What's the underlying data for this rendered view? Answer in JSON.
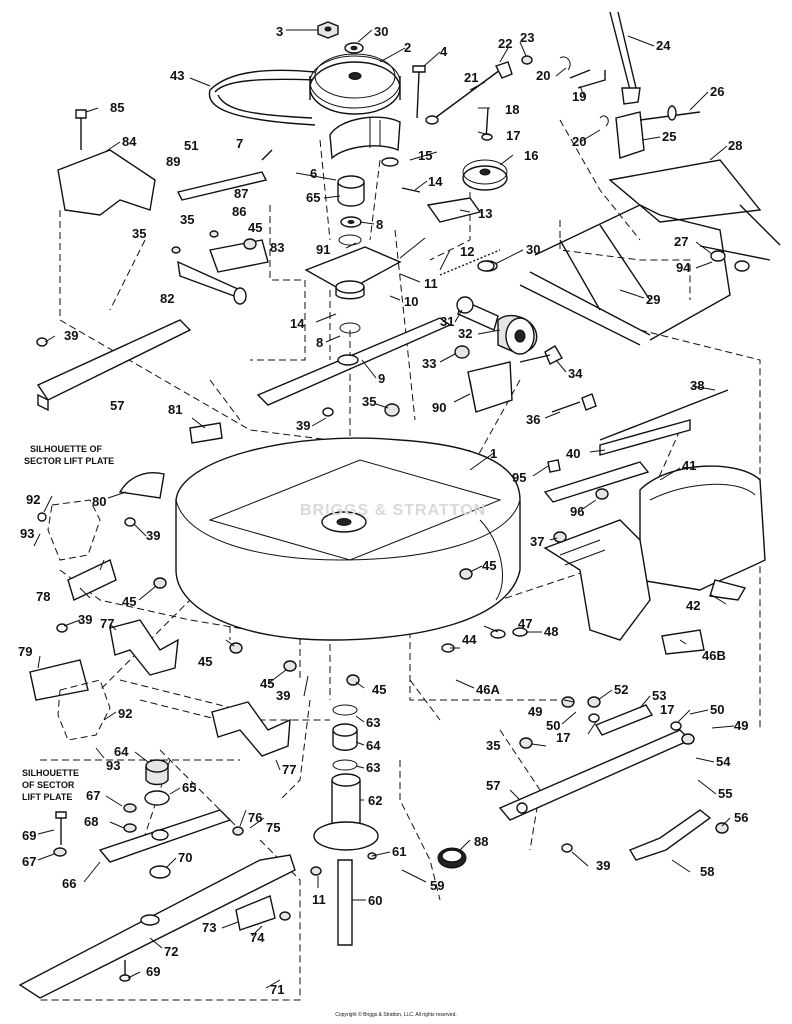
{
  "labels": [
    {
      "text": "1"
    },
    {
      "text": "2"
    },
    {
      "text": "3"
    },
    {
      "text": "4"
    },
    {
      "text": "6"
    },
    {
      "text": "7"
    },
    {
      "text": "8"
    },
    {
      "text": "8"
    },
    {
      "text": "9"
    },
    {
      "text": "10"
    },
    {
      "text": "11"
    },
    {
      "text": "11"
    },
    {
      "text": "12"
    },
    {
      "text": "13"
    },
    {
      "text": "14"
    },
    {
      "text": "14"
    },
    {
      "text": "15"
    },
    {
      "text": "16"
    },
    {
      "text": "17"
    },
    {
      "text": "17"
    },
    {
      "text": "17"
    },
    {
      "text": "18"
    },
    {
      "text": "19"
    },
    {
      "text": "20"
    },
    {
      "text": "20"
    },
    {
      "text": "21"
    },
    {
      "text": "22"
    },
    {
      "text": "23"
    },
    {
      "text": "24"
    },
    {
      "text": "25"
    },
    {
      "text": "26"
    },
    {
      "text": "27"
    },
    {
      "text": "28"
    },
    {
      "text": "29"
    },
    {
      "text": "30"
    },
    {
      "text": "30"
    },
    {
      "text": "31"
    },
    {
      "text": "32"
    },
    {
      "text": "33"
    },
    {
      "text": "34"
    },
    {
      "text": "35"
    },
    {
      "text": "35"
    },
    {
      "text": "35"
    },
    {
      "text": "35"
    },
    {
      "text": "36"
    },
    {
      "text": "37"
    },
    {
      "text": "38"
    },
    {
      "text": "39"
    },
    {
      "text": "39"
    },
    {
      "text": "39"
    },
    {
      "text": "39"
    },
    {
      "text": "39"
    },
    {
      "text": "39"
    },
    {
      "text": "40"
    },
    {
      "text": "41"
    },
    {
      "text": "42"
    },
    {
      "text": "43"
    },
    {
      "text": "44"
    },
    {
      "text": "45"
    },
    {
      "text": "45"
    },
    {
      "text": "45"
    },
    {
      "text": "45"
    },
    {
      "text": "45"
    },
    {
      "text": "45"
    },
    {
      "text": "46A"
    },
    {
      "text": "46B"
    },
    {
      "text": "47"
    },
    {
      "text": "48"
    },
    {
      "text": "49"
    },
    {
      "text": "49"
    },
    {
      "text": "50"
    },
    {
      "text": "50"
    },
    {
      "text": "51"
    },
    {
      "text": "52"
    },
    {
      "text": "53"
    },
    {
      "text": "54"
    },
    {
      "text": "55"
    },
    {
      "text": "56"
    },
    {
      "text": "57"
    },
    {
      "text": "57"
    },
    {
      "text": "58"
    },
    {
      "text": "59"
    },
    {
      "text": "60"
    },
    {
      "text": "61"
    },
    {
      "text": "62"
    },
    {
      "text": "63"
    },
    {
      "text": "63"
    },
    {
      "text": "64"
    },
    {
      "text": "64"
    },
    {
      "text": "65"
    },
    {
      "text": "65"
    },
    {
      "text": "66"
    },
    {
      "text": "67"
    },
    {
      "text": "67"
    },
    {
      "text": "68"
    },
    {
      "text": "69"
    },
    {
      "text": "69"
    },
    {
      "text": "70"
    },
    {
      "text": "71"
    },
    {
      "text": "72"
    },
    {
      "text": "73"
    },
    {
      "text": "74"
    },
    {
      "text": "75"
    },
    {
      "text": "76"
    },
    {
      "text": "77"
    },
    {
      "text": "77"
    },
    {
      "text": "78"
    },
    {
      "text": "79"
    },
    {
      "text": "80"
    },
    {
      "text": "81"
    },
    {
      "text": "82"
    },
    {
      "text": "83"
    },
    {
      "text": "84"
    },
    {
      "text": "85"
    },
    {
      "text": "86"
    },
    {
      "text": "87"
    },
    {
      "text": "88"
    },
    {
      "text": "89"
    },
    {
      "text": "90"
    },
    {
      "text": "91"
    },
    {
      "text": "92"
    },
    {
      "text": "92"
    },
    {
      "text": "93"
    },
    {
      "text": "93"
    },
    {
      "text": "94"
    },
    {
      "text": "95"
    },
    {
      "text": "96"
    }
  ],
  "notes": {
    "silhouette_top": [
      "SILHOUETTE OF",
      "SECTOR LIFT PLATE"
    ],
    "silhouette_bottom": [
      "SILHOUETTE",
      "OF SECTOR",
      "LIFT PLATE"
    ]
  },
  "watermark": "BRIGGS & STRATTON",
  "copyright": "Copyright © Briggs & Stratton, LLC. All rights reserved."
}
